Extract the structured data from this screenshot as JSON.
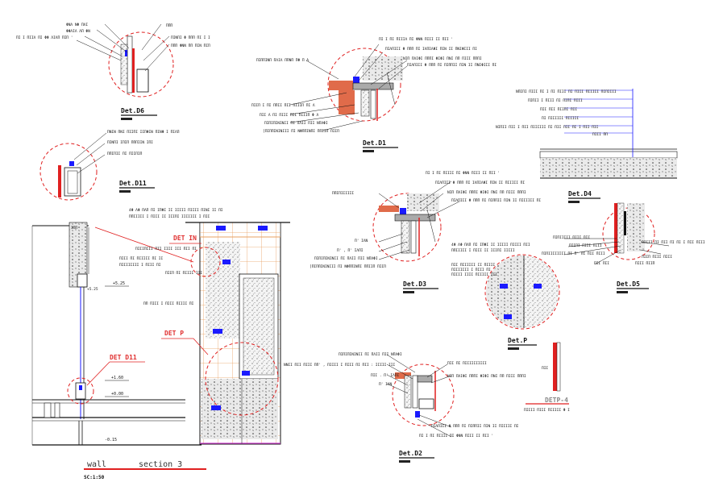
{
  "details": {
    "d6": {
      "title": "Det.D6"
    },
    "d1": {
      "title": "Det.D1"
    },
    "d11": {
      "title": "Det.D11"
    },
    "d3": {
      "title": "Det.D3"
    },
    "d4": {
      "title": "Det.D4"
    },
    "d5": {
      "title": "Det.D5"
    },
    "p": {
      "title": "Det.P"
    },
    "d2": {
      "title": "Det.D2"
    }
  },
  "callouts": {
    "det_p": "DET  P",
    "det_d11": "DET D11",
    "det_in": "DET IN",
    "detp": "DETP-4"
  },
  "elevations": {
    "e1": "+5.25",
    "e2": "+1.60",
    "e3": "+0.00",
    "e4": "-0.15"
  },
  "footer": {
    "wall": "wall",
    "section": "section 3",
    "scale": "SC:1:50"
  },
  "colors": {
    "accent_red": "#e02020",
    "grid_orange": "#e8a060",
    "marker_blue": "#1a1aff",
    "pink_line": "#d040d0"
  }
}
